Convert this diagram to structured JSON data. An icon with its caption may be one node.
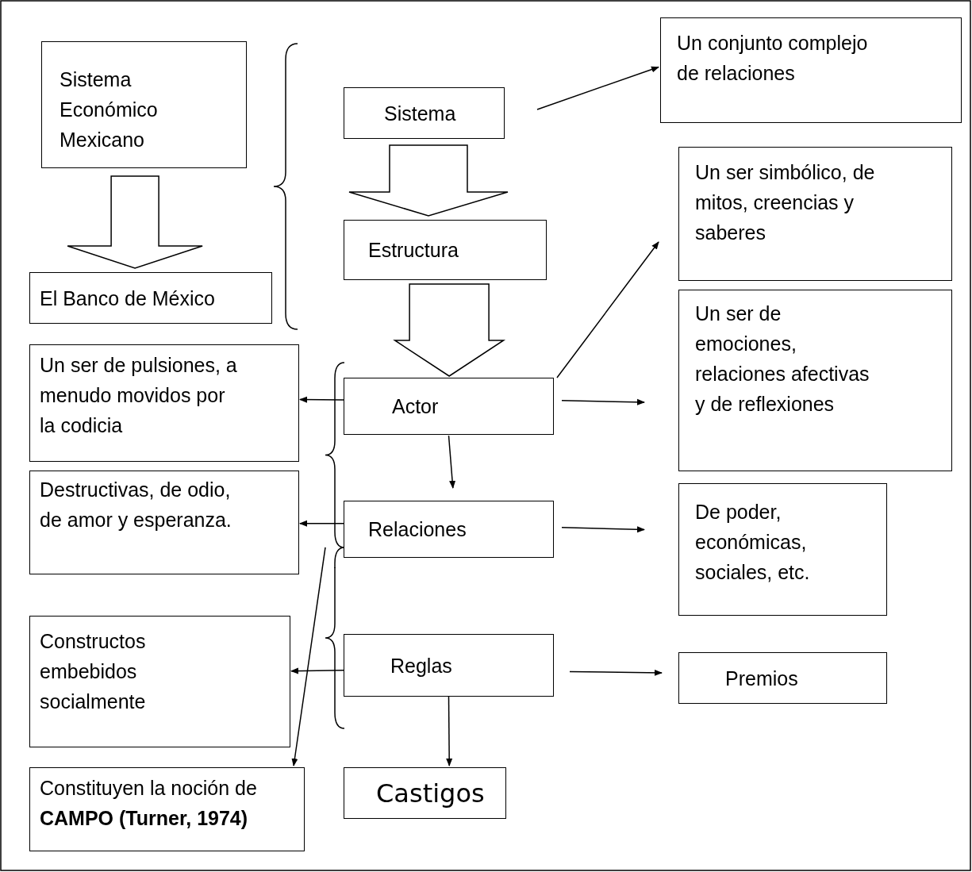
{
  "diagram": {
    "nodes": [
      {
        "text": [
          "Sistema Económico Mexicano"
        ]
      },
      {
        "text": [
          "El Banco de México"
        ]
      },
      {
        "text": [
          "Sistema"
        ]
      },
      {
        "text": [
          "Un conjunto complejo de relaciones"
        ]
      },
      {
        "text": [
          "Estructura"
        ]
      },
      {
        "text": [
          "Un ser simbólico, de mitos, creencias y saberes"
        ]
      },
      {
        "text": [
          "Un ser de emociones, relaciones afectivas y de reflexiones"
        ]
      },
      {
        "text": [
          "Un ser de pulsiones, a menudo movidos por la codicia"
        ]
      },
      {
        "text": [
          "Actor"
        ]
      },
      {
        "text": [
          "Destructivas, de odio, de amor y esperanza."
        ]
      },
      {
        "text": [
          "Relaciones"
        ]
      },
      {
        "text": [
          "De poder, económicas, sociales, etc."
        ]
      },
      {
        "text": [
          "Constructos embebidos socialmente"
        ]
      },
      {
        "text": [
          "Reglas"
        ]
      },
      {
        "text": [
          "Premios"
        ]
      },
      {
        "text": [
          "Constituyen la noción de **CAMPO (Turner, 1974)**"
        ]
      },
      {
        "text": [
          "Castigos"
        ]
      },
      {
        "text": [],
        "shape": "brace"
      }
    ],
    "edges": [
      {
        "from": 0,
        "to": 1,
        "arrow": "to",
        "style": "thick"
      },
      {
        "from": 2,
        "to": 4,
        "arrow": "to",
        "style": "thick"
      },
      {
        "from": 4,
        "to": 8,
        "arrow": "to",
        "style": "thick"
      },
      {
        "from": 2,
        "to": 3,
        "arrow": "to"
      },
      {
        "from": 8,
        "to": 5,
        "arrow": "to"
      },
      {
        "from": 8,
        "to": 6,
        "arrow": "to"
      },
      {
        "from": 8,
        "to": 7,
        "arrow": "to"
      },
      {
        "from": 8,
        "to": 10,
        "arrow": "to"
      },
      {
        "from": 10,
        "to": 9,
        "arrow": "to"
      },
      {
        "from": 10,
        "to": 11,
        "arrow": "to"
      },
      {
        "from": 13,
        "to": 12,
        "arrow": "to"
      },
      {
        "from": 13,
        "to": 14,
        "arrow": "to"
      },
      {
        "from": 13,
        "to": 16,
        "arrow": "to"
      },
      {
        "from": 17,
        "to": 15,
        "arrow": "to"
      }
    ]
  }
}
